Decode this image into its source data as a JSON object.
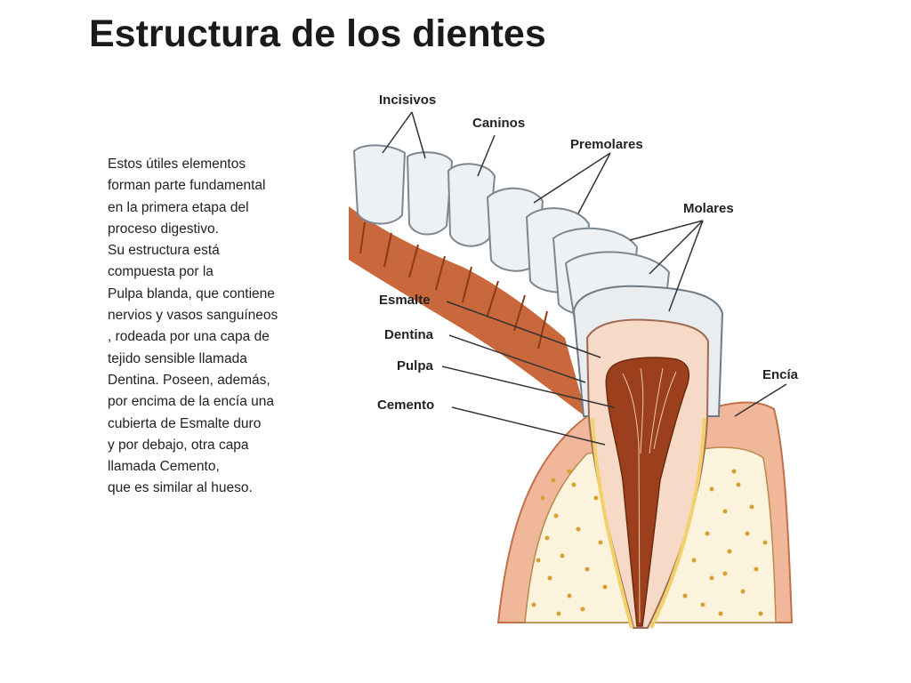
{
  "title": "Estructura de los dientes",
  "description": [
    "Estos útiles elementos",
    "forman parte fundamental",
    "en la primera etapa del",
    "proceso digestivo.",
    "Su estructura está",
    "compuesta por la",
    "Pulpa blanda,  que contiene",
    "nervios y vasos sanguíneos",
    ", rodeada por una capa de",
    "tejido sensible llamada",
    "Dentina. Poseen, además,",
    "por encima de la encía una",
    "cubierta de Esmalte duro",
    "y por debajo, otra capa",
    "llamada Cemento,",
    "que es similar al hueso."
  ],
  "labels": {
    "incisivos": "Incisivos",
    "caninos": "Caninos",
    "premolares": "Premolares",
    "molares": "Molares",
    "esmalte": "Esmalte",
    "dentina": "Dentina",
    "pulpa": "Pulpa",
    "cemento": "Cemento",
    "encia": "Encía"
  },
  "colors": {
    "gum": "#c8683c",
    "enamel": "#e9edf0",
    "dentin": "#f6d9c6",
    "pulp": "#9b3f1c",
    "bone": "#fbf3dc",
    "bone_dots": "#d7a032",
    "cementum": "#f2d06a"
  }
}
